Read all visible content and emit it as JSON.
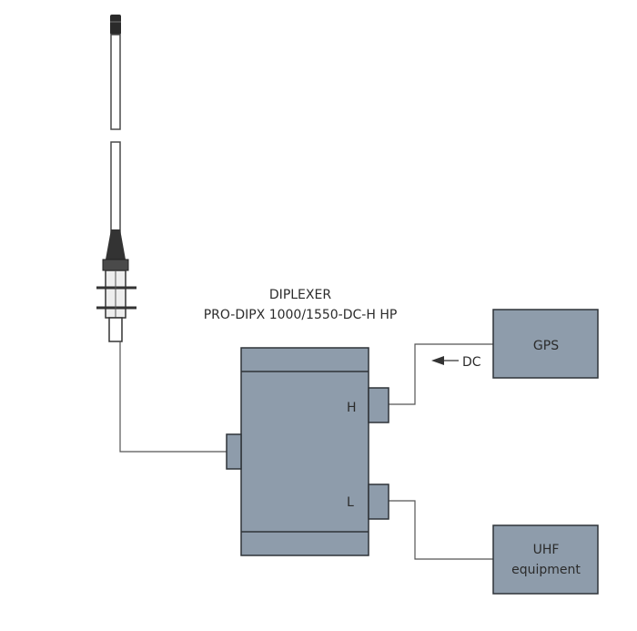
{
  "diplexer": {
    "title": "DIPLEXER",
    "model": "PRO-DIPX 1000/1550-DC-H HP",
    "port_high_label": "H",
    "port_low_label": "L"
  },
  "dc_label": "DC",
  "devices": {
    "gps": {
      "label": "GPS"
    },
    "uhf": {
      "label_line1": "UHF",
      "label_line2": "equipment"
    }
  },
  "colors": {
    "box_fill": "#8e9cab",
    "box_stroke": "#2e3338",
    "line": "#555555"
  }
}
